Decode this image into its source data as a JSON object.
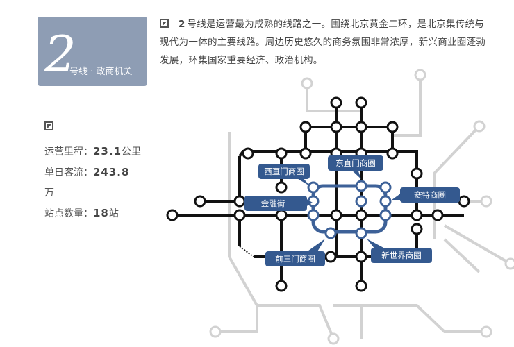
{
  "badge": {
    "number": "2",
    "subtitle": "号线 · 政商机关"
  },
  "intro": {
    "line_number": "2",
    "text": "号线是运营最为成熟的线路之一。围绕北京黄金二环，是北京集传统与现代为一体的主要线路。周边历史悠久的商务氛围非常浓厚，新兴商业圈蓬勃发展，环集国家重要经济、政治机构。"
  },
  "stats": {
    "mileage_label": "运营里程：",
    "mileage_value": "23.1",
    "mileage_unit": "公里",
    "flow_label": "单日客流：",
    "flow_value": "243.8",
    "flow_unit": "万",
    "stations_label": "站点数量：",
    "stations_value": "18",
    "stations_unit": "站"
  },
  "districts": [
    "西直门商圈",
    "东直门商圈",
    "金融街",
    "赛特商圈",
    "前三门商圈",
    "新世界商圈"
  ],
  "colors": {
    "badge": "#8e9db4",
    "loop": "#3d6198",
    "bubble": "#34598f",
    "other_lines": "#d2d2d2",
    "black_lines": "#111111"
  },
  "icons": {
    "bullet": "square-arrow-icon"
  }
}
